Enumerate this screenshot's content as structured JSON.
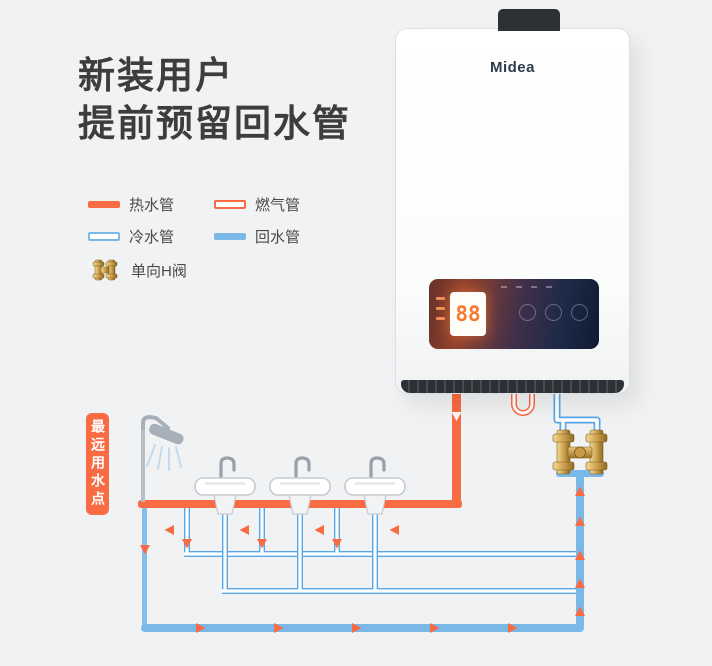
{
  "page": {
    "bg": "#f1f2f3"
  },
  "title": {
    "line1": "新装用户",
    "line2": "提前预留回水管"
  },
  "legend": {
    "items": [
      {
        "label": "热水管"
      },
      {
        "label": "燃气管"
      },
      {
        "label": "冷水管"
      },
      {
        "label": "回水管"
      },
      {
        "label": "单向H阀"
      }
    ]
  },
  "heater": {
    "brand": "Midea",
    "display_value": "88"
  },
  "diagram": {
    "farthest_point_label": "最远用水点"
  },
  "colors": {
    "hot": "#f96b42",
    "cold_outline": "#5aa7e8",
    "return": "#7ab8e8",
    "brass": "#c79a45",
    "title_text": "#3d3d3d"
  },
  "icons": {
    "valve": "h-valve-icon",
    "shower": "shower-icon",
    "sink": "sink-icon",
    "arrows": "flow-arrow-icon"
  }
}
